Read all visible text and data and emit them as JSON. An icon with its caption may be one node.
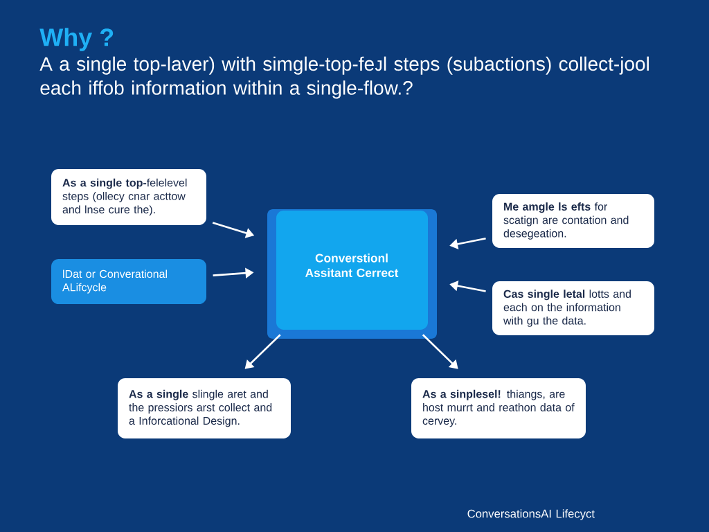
{
  "diagram": {
    "title": "Why ?",
    "nodes": [
      {
        "text": [
          "**As a single top-**felelevel steps (ollecy cnar acttow and lnse cure the)."
        ]
      },
      {
        "text": [
          "lDat or Converational ALifcycle"
        ]
      },
      {
        "text": [
          "Converstionl Assitant Cerrect"
        ]
      },
      {
        "text": [
          "**Me amgle ls efts** for scatign are contation and desegeation."
        ]
      },
      {
        "text": [
          "**Cas single letal** lotts and each on the information with gu the data."
        ]
      },
      {
        "text": [
          "**As a single** slingle aret and the pressiors arst collect and a Inforcational Design."
        ]
      },
      {
        "text": [
          "**As a sinplesel!** thiangs, are host murrt and reathon data of cervey."
        ]
      }
    ],
    "edges": [
      {
        "from": 0,
        "to": 2,
        "arrow": "to"
      },
      {
        "from": 1,
        "to": 2,
        "arrow": "to"
      },
      {
        "from": 3,
        "to": 2,
        "arrow": "to"
      },
      {
        "from": 4,
        "to": 2,
        "arrow": "to"
      },
      {
        "from": 2,
        "to": 5,
        "arrow": "to"
      },
      {
        "from": 2,
        "to": 6,
        "arrow": "to"
      }
    ],
    "labels": [
      "A a single top-laver) with simgle-top-feᴊl steps (subactions) collect-jool each iffob information within a single-flow.?",
      "ConversationsAI Lifecyct"
    ]
  }
}
